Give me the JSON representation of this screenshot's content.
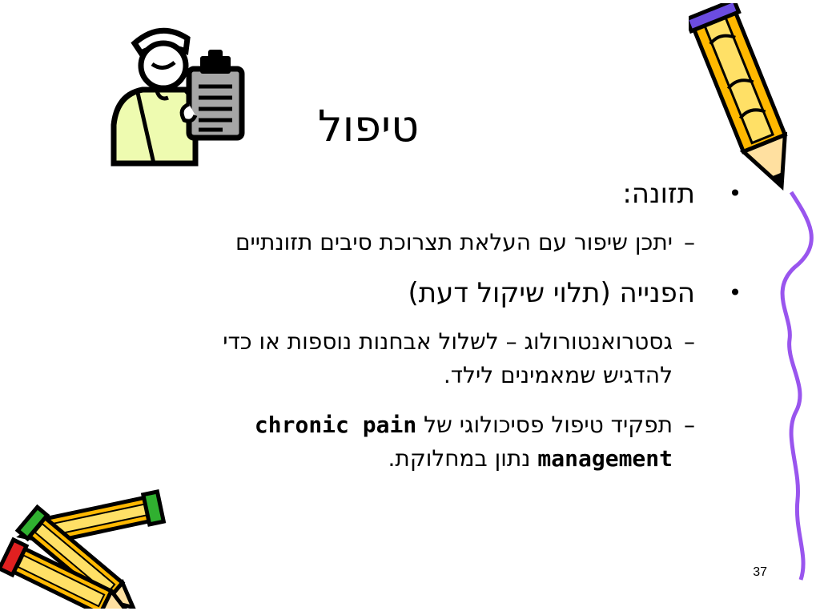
{
  "slide": {
    "title": "טיפול",
    "page_number": "37",
    "bullets": [
      {
        "text": "תזונה:",
        "sub": [
          {
            "text": "יתכן שיפור עם העלאת תצרוכת סיבים תזונתיים"
          }
        ]
      },
      {
        "text": "הפנייה (תלוי שיקול דעת)",
        "sub": [
          {
            "line1": "גסטרואנטורולוג – לשלול אבחנות נוספות או כדי",
            "line2": "להדגיש שמאמינים לילד."
          },
          {
            "line1_a": "תפקיד טיפול פסיכולוגי של ",
            "line1_en": "chronic pain",
            "line2_en": "management",
            "line2_b": " נתון במחלוקת."
          }
        ]
      }
    ],
    "bullet_glyph": "•",
    "dash_glyph": "–"
  },
  "clipart": {
    "nurse": "nurse-with-clipboard-icon",
    "pencil_right": "pencil-icon",
    "pencils_bottom_left": "crossed-pencils-icon",
    "colors": {
      "outline": "#000000",
      "nurse_fill": "#EEFBB0",
      "clipboard": "#A6A6A6",
      "pencil_body": "#FFB800",
      "pencil_stripe": "#FFE066",
      "pencil_tip": "#6B4CE0",
      "eraser_red": "#E02020",
      "eraser_green": "#30B030",
      "wavy_line": "#9955EE"
    }
  }
}
